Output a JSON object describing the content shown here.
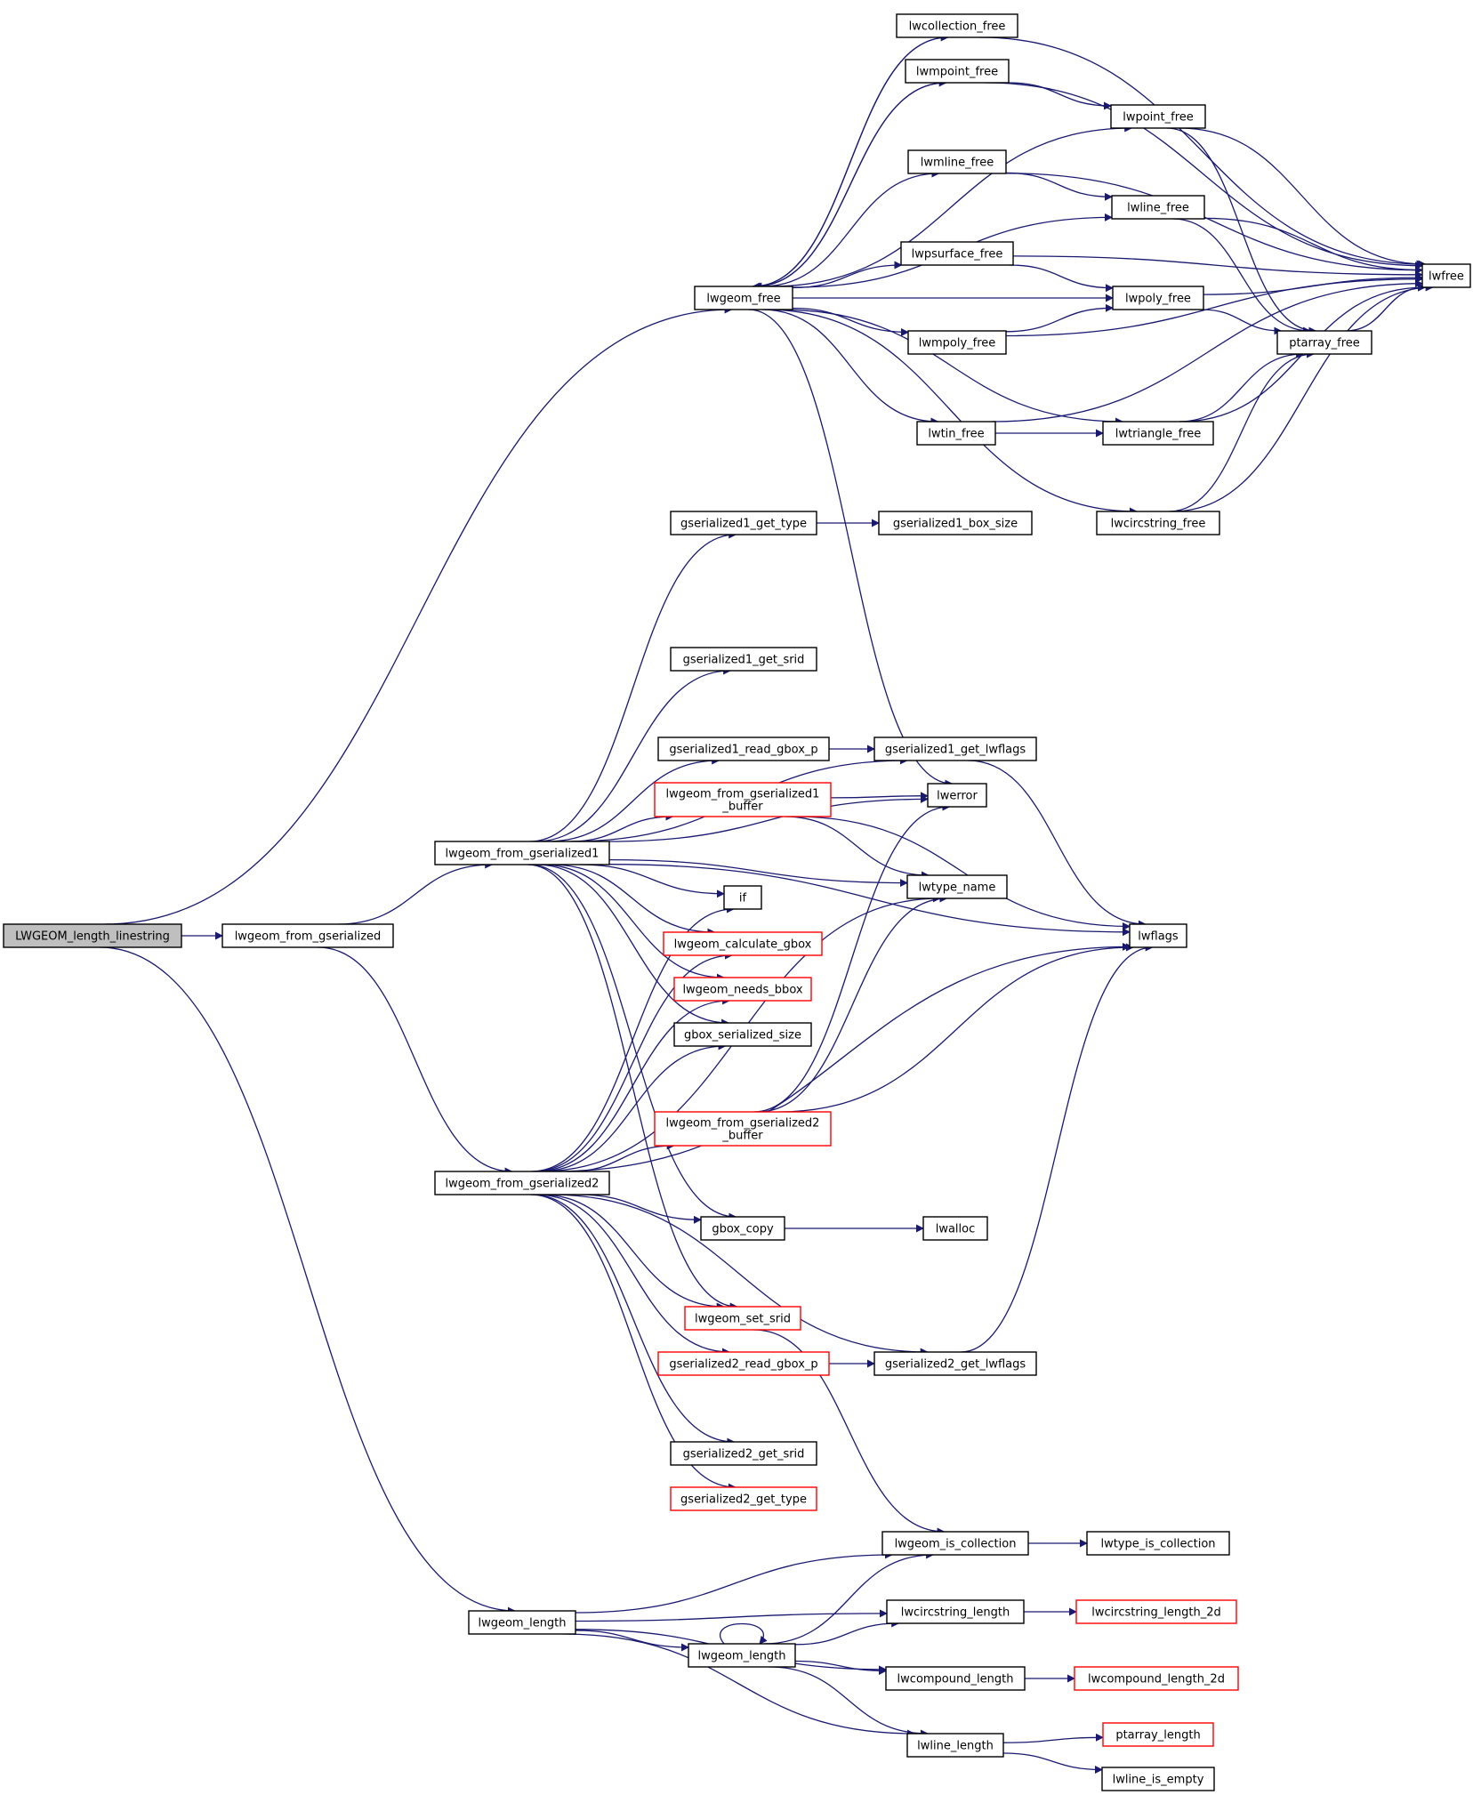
{
  "colors": {
    "edge": "#191970",
    "node_border": "#000000",
    "node_border_incomplete": "#ff0000",
    "root_fill": "#bfbfbf",
    "node_fill": "#ffffff"
  },
  "nodes": [
    {
      "id": "lwcollection_free",
      "lines": [
        "lwcollection_free"
      ]
    },
    {
      "id": "lwmpoint_free",
      "lines": [
        "lwmpoint_free"
      ]
    },
    {
      "id": "lwpoint_free",
      "lines": [
        "lwpoint_free"
      ]
    },
    {
      "id": "lwmline_free",
      "lines": [
        "lwmline_free"
      ]
    },
    {
      "id": "lwline_free",
      "lines": [
        "lwline_free"
      ]
    },
    {
      "id": "lwfree",
      "lines": [
        "lwfree"
      ]
    },
    {
      "id": "lwpsurface_free",
      "lines": [
        "lwpsurface_free"
      ]
    },
    {
      "id": "lwgeom_free",
      "lines": [
        "lwgeom_free"
      ]
    },
    {
      "id": "lwpoly_free",
      "lines": [
        "lwpoly_free"
      ]
    },
    {
      "id": "lwmpoly_free",
      "lines": [
        "lwmpoly_free"
      ]
    },
    {
      "id": "ptarray_free",
      "lines": [
        "ptarray_free"
      ]
    },
    {
      "id": "lwtin_free",
      "lines": [
        "lwtin_free"
      ]
    },
    {
      "id": "lwtriangle_free",
      "lines": [
        "lwtriangle_free"
      ]
    },
    {
      "id": "lwcircstring_free",
      "lines": [
        "lwcircstring_free"
      ]
    },
    {
      "id": "gserialized1_get_type",
      "lines": [
        "gserialized1_get_type"
      ]
    },
    {
      "id": "gserialized1_box_size",
      "lines": [
        "gserialized1_box_size"
      ]
    },
    {
      "id": "gserialized1_get_srid",
      "lines": [
        "gserialized1_get_srid"
      ]
    },
    {
      "id": "gserialized1_read_gbox_p",
      "lines": [
        "gserialized1_read_gbox_p"
      ]
    },
    {
      "id": "gserialized1_get_lwflags",
      "lines": [
        "gserialized1_get_lwflags"
      ]
    },
    {
      "id": "lwgeom_from_gserialized1_buffer",
      "lines": [
        "lwgeom_from_gserialized1",
        "_buffer"
      ],
      "incomplete": true
    },
    {
      "id": "lwerror",
      "lines": [
        "lwerror"
      ]
    },
    {
      "id": "lwgeom_from_gserialized1",
      "lines": [
        "lwgeom_from_gserialized1"
      ]
    },
    {
      "id": "if",
      "lines": [
        "if"
      ]
    },
    {
      "id": "lwtype_name",
      "lines": [
        "lwtype_name"
      ]
    },
    {
      "id": "LWGEOM_length_linestring",
      "lines": [
        "LWGEOM_length_linestring"
      ],
      "root": true
    },
    {
      "id": "lwgeom_from_gserialized",
      "lines": [
        "lwgeom_from_gserialized"
      ]
    },
    {
      "id": "lwflags",
      "lines": [
        "lwflags"
      ]
    },
    {
      "id": "lwgeom_calculate_gbox",
      "lines": [
        "lwgeom_calculate_gbox"
      ],
      "incomplete": true
    },
    {
      "id": "lwgeom_needs_bbox",
      "lines": [
        "lwgeom_needs_bbox"
      ],
      "incomplete": true
    },
    {
      "id": "gbox_serialized_size",
      "lines": [
        "gbox_serialized_size"
      ]
    },
    {
      "id": "lwgeom_from_gserialized2_buffer",
      "lines": [
        "lwgeom_from_gserialized2",
        "_buffer"
      ],
      "incomplete": true
    },
    {
      "id": "lwgeom_from_gserialized2",
      "lines": [
        "lwgeom_from_gserialized2"
      ]
    },
    {
      "id": "gbox_copy",
      "lines": [
        "gbox_copy"
      ]
    },
    {
      "id": "lwalloc",
      "lines": [
        "lwalloc"
      ]
    },
    {
      "id": "lwgeom_set_srid",
      "lines": [
        "lwgeom_set_srid"
      ],
      "incomplete": true
    },
    {
      "id": "gserialized2_read_gbox_p",
      "lines": [
        "gserialized2_read_gbox_p"
      ],
      "incomplete": true
    },
    {
      "id": "gserialized2_get_lwflags",
      "lines": [
        "gserialized2_get_lwflags"
      ]
    },
    {
      "id": "gserialized2_get_srid",
      "lines": [
        "gserialized2_get_srid"
      ]
    },
    {
      "id": "gserialized2_get_type",
      "lines": [
        "gserialized2_get_type"
      ],
      "incomplete": true
    },
    {
      "id": "lwgeom_is_collection",
      "lines": [
        "lwgeom_is_collection"
      ]
    },
    {
      "id": "lwtype_is_collection",
      "lines": [
        "lwtype_is_collection"
      ]
    },
    {
      "id": "lwgeom_length",
      "lines": [
        "lwgeom_length"
      ]
    },
    {
      "id": "lwcircstring_length",
      "lines": [
        "lwcircstring_length"
      ]
    },
    {
      "id": "lwcircstring_length_2d",
      "lines": [
        "lwcircstring_length_2d"
      ],
      "incomplete": true
    },
    {
      "id": "lwgeom_length_inner",
      "lines": [
        "lwgeom_length"
      ]
    },
    {
      "id": "lwcompound_length",
      "lines": [
        "lwcompound_length"
      ]
    },
    {
      "id": "lwcompound_length_2d",
      "lines": [
        "lwcompound_length_2d"
      ],
      "incomplete": true
    },
    {
      "id": "lwline_length",
      "lines": [
        "lwline_length"
      ]
    },
    {
      "id": "ptarray_length",
      "lines": [
        "ptarray_length"
      ],
      "incomplete": true
    },
    {
      "id": "lwline_is_empty",
      "lines": [
        "lwline_is_empty"
      ]
    }
  ],
  "edges": [
    [
      "LWGEOM_length_linestring",
      "lwgeom_free"
    ],
    [
      "LWGEOM_length_linestring",
      "lwgeom_from_gserialized"
    ],
    [
      "LWGEOM_length_linestring",
      "lwgeom_length"
    ],
    [
      "lwgeom_free",
      "lwcollection_free"
    ],
    [
      "lwgeom_free",
      "lwmpoint_free"
    ],
    [
      "lwgeom_free",
      "lwpoint_free"
    ],
    [
      "lwgeom_free",
      "lwmline_free"
    ],
    [
      "lwgeom_free",
      "lwline_free"
    ],
    [
      "lwgeom_free",
      "lwpsurface_free"
    ],
    [
      "lwgeom_free",
      "lwpoly_free"
    ],
    [
      "lwgeom_free",
      "lwmpoly_free"
    ],
    [
      "lwgeom_free",
      "lwtin_free"
    ],
    [
      "lwgeom_free",
      "lwtriangle_free"
    ],
    [
      "lwgeom_free",
      "lwcircstring_free"
    ],
    [
      "lwgeom_free",
      "lwerror"
    ],
    [
      "lwcollection_free",
      "lwgeom_free"
    ],
    [
      "lwcollection_free",
      "lwfree"
    ],
    [
      "lwmpoint_free",
      "lwgeom_free"
    ],
    [
      "lwmpoint_free",
      "lwpoint_free"
    ],
    [
      "lwmpoint_free",
      "lwfree"
    ],
    [
      "lwpoint_free",
      "lwfree"
    ],
    [
      "lwpoint_free",
      "ptarray_free"
    ],
    [
      "lwmline_free",
      "lwline_free"
    ],
    [
      "lwmline_free",
      "lwfree"
    ],
    [
      "lwline_free",
      "lwfree"
    ],
    [
      "lwline_free",
      "ptarray_free"
    ],
    [
      "lwpsurface_free",
      "lwpoly_free"
    ],
    [
      "lwpsurface_free",
      "lwfree"
    ],
    [
      "lwpoly_free",
      "lwfree"
    ],
    [
      "lwpoly_free",
      "ptarray_free"
    ],
    [
      "lwmpoly_free",
      "lwpoly_free"
    ],
    [
      "lwmpoly_free",
      "lwfree"
    ],
    [
      "ptarray_free",
      "lwfree"
    ],
    [
      "lwtin_free",
      "lwtriangle_free"
    ],
    [
      "lwtin_free",
      "lwfree"
    ],
    [
      "lwtriangle_free",
      "ptarray_free"
    ],
    [
      "lwtriangle_free",
      "lwfree"
    ],
    [
      "lwcircstring_free",
      "ptarray_free"
    ],
    [
      "lwcircstring_free",
      "lwfree"
    ],
    [
      "lwgeom_from_gserialized",
      "lwgeom_from_gserialized1"
    ],
    [
      "lwgeom_from_gserialized",
      "lwgeom_from_gserialized2"
    ],
    [
      "gserialized1_get_type",
      "gserialized1_box_size"
    ],
    [
      "gserialized1_read_gbox_p",
      "gserialized1_get_lwflags"
    ],
    [
      "gserialized1_get_lwflags",
      "lwflags"
    ],
    [
      "lwgeom_from_gserialized1_buffer",
      "lwerror"
    ],
    [
      "lwgeom_from_gserialized1_buffer",
      "lwtype_name"
    ],
    [
      "lwgeom_from_gserialized1_buffer",
      "lwflags"
    ],
    [
      "lwgeom_from_gserialized1",
      "gserialized1_get_type"
    ],
    [
      "lwgeom_from_gserialized1",
      "gserialized1_get_srid"
    ],
    [
      "lwgeom_from_gserialized1",
      "gserialized1_read_gbox_p"
    ],
    [
      "lwgeom_from_gserialized1",
      "gserialized1_get_lwflags"
    ],
    [
      "lwgeom_from_gserialized1",
      "lwgeom_from_gserialized1_buffer"
    ],
    [
      "lwgeom_from_gserialized1",
      "lwerror"
    ],
    [
      "lwgeom_from_gserialized1",
      "lwtype_name"
    ],
    [
      "lwgeom_from_gserialized1",
      "lwflags"
    ],
    [
      "lwgeom_from_gserialized1",
      "if"
    ],
    [
      "lwgeom_from_gserialized1",
      "lwgeom_calculate_gbox"
    ],
    [
      "lwgeom_from_gserialized1",
      "lwgeom_needs_bbox"
    ],
    [
      "lwgeom_from_gserialized1",
      "gbox_serialized_size"
    ],
    [
      "lwgeom_from_gserialized1",
      "gbox_copy"
    ],
    [
      "lwgeom_from_gserialized1",
      "lwgeom_set_srid"
    ],
    [
      "lwgeom_from_gserialized2",
      "if"
    ],
    [
      "lwgeom_from_gserialized2",
      "lwgeom_calculate_gbox"
    ],
    [
      "lwgeom_from_gserialized2",
      "lwgeom_needs_bbox"
    ],
    [
      "lwgeom_from_gserialized2",
      "gbox_serialized_size"
    ],
    [
      "lwgeom_from_gserialized2",
      "lwgeom_from_gserialized2_buffer"
    ],
    [
      "lwgeom_from_gserialized2",
      "lwtype_name"
    ],
    [
      "lwgeom_from_gserialized2",
      "gbox_copy"
    ],
    [
      "lwgeom_from_gserialized2",
      "lwflags"
    ],
    [
      "lwgeom_from_gserialized2",
      "lwgeom_set_srid"
    ],
    [
      "lwgeom_from_gserialized2",
      "gserialized2_read_gbox_p"
    ],
    [
      "lwgeom_from_gserialized2",
      "gserialized2_get_lwflags"
    ],
    [
      "lwgeom_from_gserialized2",
      "gserialized2_get_srid"
    ],
    [
      "lwgeom_from_gserialized2",
      "gserialized2_get_type"
    ],
    [
      "lwgeom_from_gserialized2_buffer",
      "lwerror"
    ],
    [
      "lwgeom_from_gserialized2_buffer",
      "lwtype_name"
    ],
    [
      "lwgeom_from_gserialized2_buffer",
      "lwflags"
    ],
    [
      "gbox_copy",
      "lwalloc"
    ],
    [
      "lwgeom_set_srid",
      "lwgeom_is_collection"
    ],
    [
      "gserialized2_read_gbox_p",
      "gserialized2_get_lwflags"
    ],
    [
      "gserialized2_get_lwflags",
      "lwflags"
    ],
    [
      "lwgeom_is_collection",
      "lwtype_is_collection"
    ],
    [
      "lwgeom_length",
      "lwgeom_is_collection"
    ],
    [
      "lwgeom_length",
      "lwcircstring_length"
    ],
    [
      "lwgeom_length",
      "lwgeom_length_inner"
    ],
    [
      "lwgeom_length",
      "lwcompound_length"
    ],
    [
      "lwgeom_length",
      "lwline_length"
    ],
    [
      "lwgeom_length_inner",
      "lwgeom_is_collection"
    ],
    [
      "lwgeom_length_inner",
      "lwcircstring_length"
    ],
    [
      "lwgeom_length_inner",
      "lwgeom_length_inner"
    ],
    [
      "lwgeom_length_inner",
      "lwcompound_length"
    ],
    [
      "lwgeom_length_inner",
      "lwline_length"
    ],
    [
      "lwcircstring_length",
      "lwcircstring_length_2d"
    ],
    [
      "lwcompound_length",
      "lwcompound_length_2d"
    ],
    [
      "lwline_length",
      "ptarray_length"
    ],
    [
      "lwline_length",
      "lwline_is_empty"
    ]
  ]
}
